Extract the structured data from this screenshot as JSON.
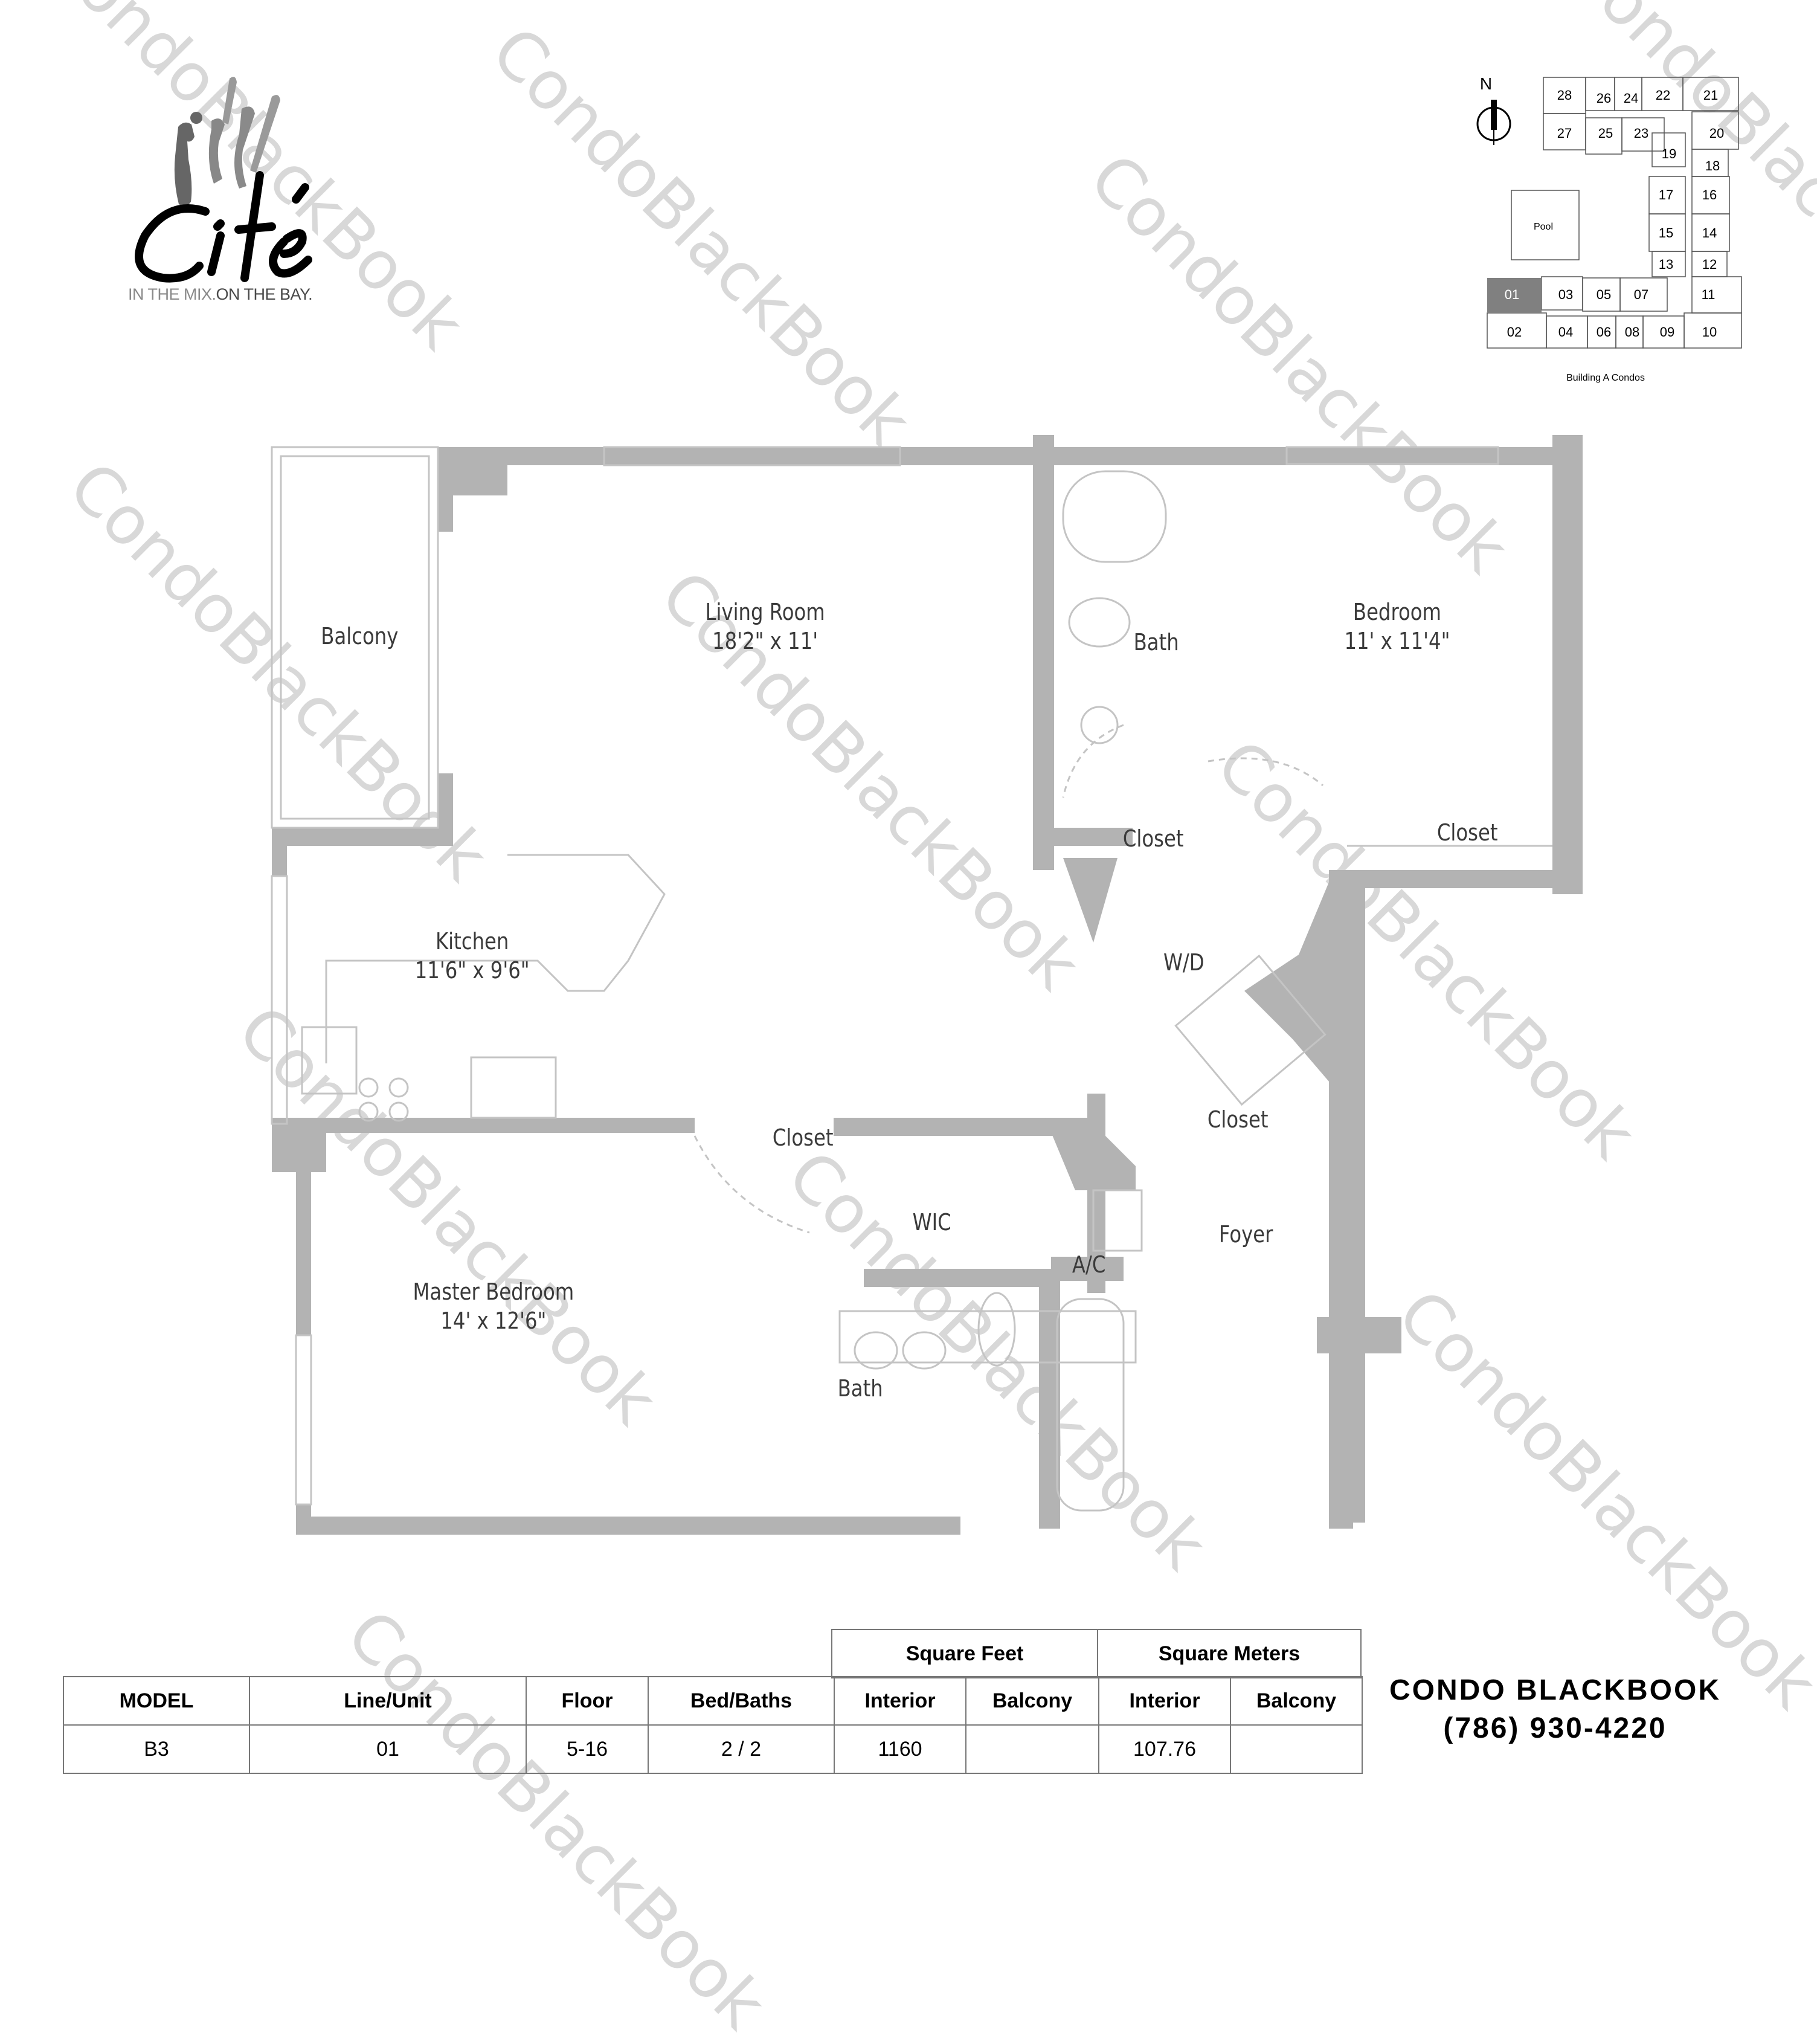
{
  "logo": {
    "name": "Cité",
    "tagline_part1": "IN THE MIX.",
    "tagline_part2": "ON THE BAY."
  },
  "key_plan": {
    "north_label": "N",
    "caption": "Building A Condos",
    "pool_label": "Pool",
    "highlighted_unit": "01",
    "units": [
      "28",
      "26",
      "24",
      "22",
      "21",
      "27",
      "25",
      "23",
      "20",
      "19",
      "18",
      "17",
      "16",
      "15",
      "14",
      "13",
      "12",
      "01",
      "03",
      "05",
      "07",
      "11",
      "02",
      "04",
      "06",
      "08",
      "09",
      "10"
    ],
    "highlight_color": "#808080"
  },
  "floor_plan": {
    "wall_color": "#b3b3b3",
    "rooms": [
      {
        "name": "Balcony",
        "dims": ""
      },
      {
        "name": "Living Room",
        "dims": "18'2\" x 11'"
      },
      {
        "name": "Bath",
        "dims": ""
      },
      {
        "name": "Bedroom",
        "dims": "11' x 11'4\""
      },
      {
        "name": "Closet",
        "dims": ""
      },
      {
        "name": "Closet",
        "dims": ""
      },
      {
        "name": "Kitchen",
        "dims": "11'6\" x 9'6\""
      },
      {
        "name": "W/D",
        "dims": ""
      },
      {
        "name": "Closet",
        "dims": ""
      },
      {
        "name": "Closet",
        "dims": ""
      },
      {
        "name": "WIC",
        "dims": ""
      },
      {
        "name": "Foyer",
        "dims": ""
      },
      {
        "name": "A/C",
        "dims": ""
      },
      {
        "name": "Master Bedroom",
        "dims": "14' x 12'6\""
      },
      {
        "name": "Bath",
        "dims": ""
      }
    ]
  },
  "table": {
    "group_headers": {
      "square_feet": "Square Feet",
      "square_meters": "Square Meters"
    },
    "headers": [
      "MODEL",
      "Line/Unit",
      "Floor",
      "Bed/Baths",
      "Interior",
      "Balcony",
      "Interior",
      "Balcony"
    ],
    "row": [
      "B3",
      "01",
      "5-16",
      "2 / 2",
      "1160",
      "",
      "107.76",
      ""
    ]
  },
  "brand": {
    "name_part1": "CONDO ",
    "name_part2": "BLACKBOOK",
    "phone": "(786) 930-4220"
  },
  "watermark": {
    "text": "CondoBlackBook"
  }
}
